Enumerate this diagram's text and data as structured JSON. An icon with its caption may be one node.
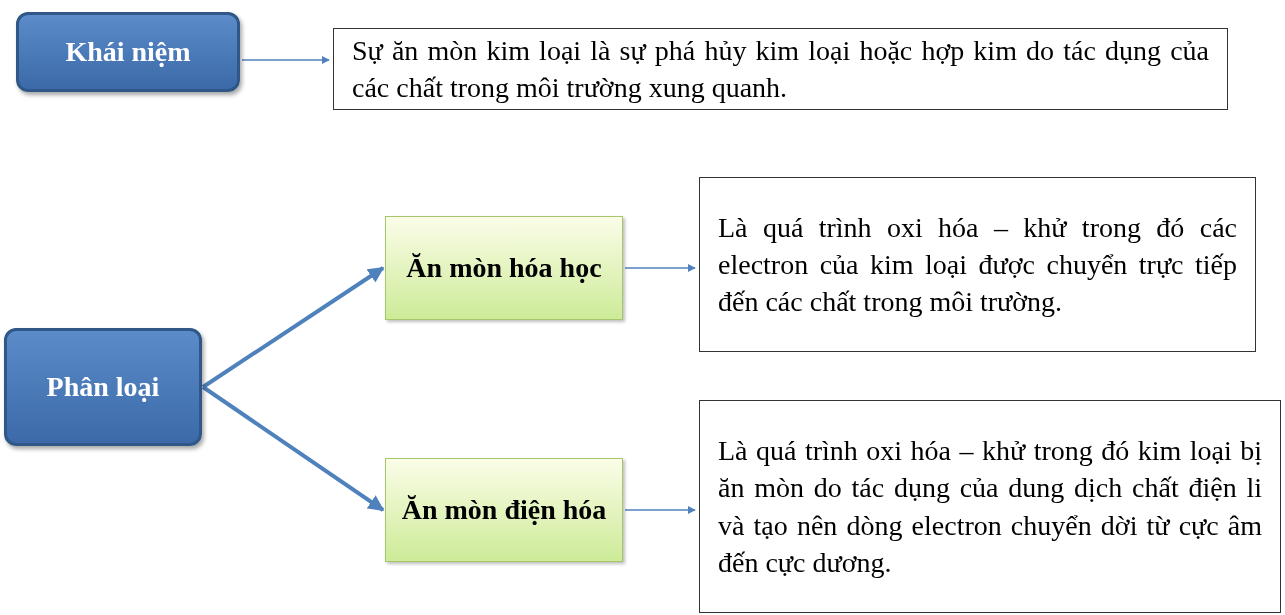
{
  "diagram": {
    "nodes": [
      {
        "text": [
          "Khái niệm"
        ]
      },
      {
        "text": [
          "Sự ăn mòn kim loại là sự phá hủy kim loại hoặc hợp kim do tác dụng của các chất trong môi trường xung quanh."
        ]
      },
      {
        "text": [
          "Phân loại"
        ]
      },
      {
        "text": [
          "Ăn mòn hóa học"
        ]
      },
      {
        "text": [
          "Là quá trình oxi hóa – khử trong đó các electron của kim loại được chuyển trực tiếp đến các chất trong môi trường."
        ]
      },
      {
        "text": [
          "Ăn mòn điện hóa"
        ]
      },
      {
        "text": [
          "Là quá trình oxi hóa – khử trong đó kim loại bị ăn mòn do tác dụng của dung dịch chất điện li và tạo nên dòng electron chuyển dời từ cực âm đến cực dương."
        ]
      }
    ],
    "edges": [
      {
        "from": 0,
        "to": 1,
        "arrow": "to"
      },
      {
        "from": 2,
        "to": 3,
        "arrow": "to",
        "style": "thick"
      },
      {
        "from": 2,
        "to": 5,
        "arrow": "to",
        "style": "thick"
      },
      {
        "from": 3,
        "to": 4,
        "arrow": "to"
      },
      {
        "from": 5,
        "to": 6,
        "arrow": "to"
      }
    ]
  }
}
